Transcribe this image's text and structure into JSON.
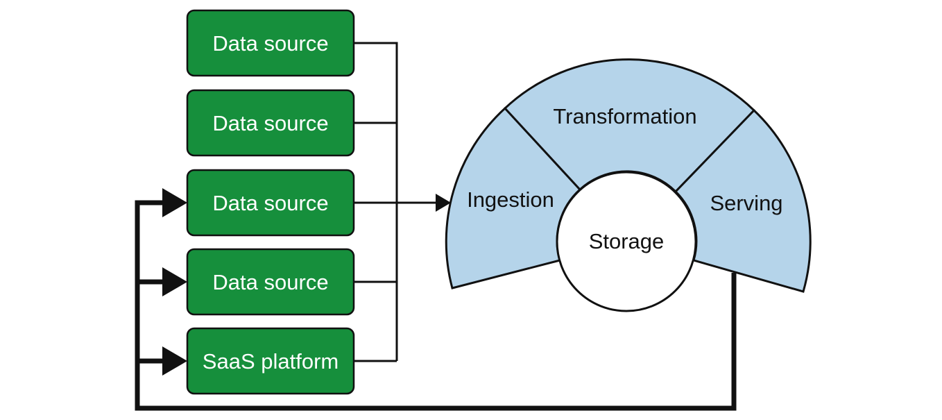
{
  "sources": [
    {
      "label": "Data source"
    },
    {
      "label": "Data source"
    },
    {
      "label": "Data source"
    },
    {
      "label": "Data source"
    },
    {
      "label": "SaaS platform"
    }
  ],
  "stages": {
    "ingestion": "Ingestion",
    "transformation": "Transformation",
    "serving": "Serving",
    "storage": "Storage"
  },
  "colors": {
    "source_fill": "#168f3c",
    "stage_fill": "#b5d4ea",
    "line": "#111111"
  }
}
